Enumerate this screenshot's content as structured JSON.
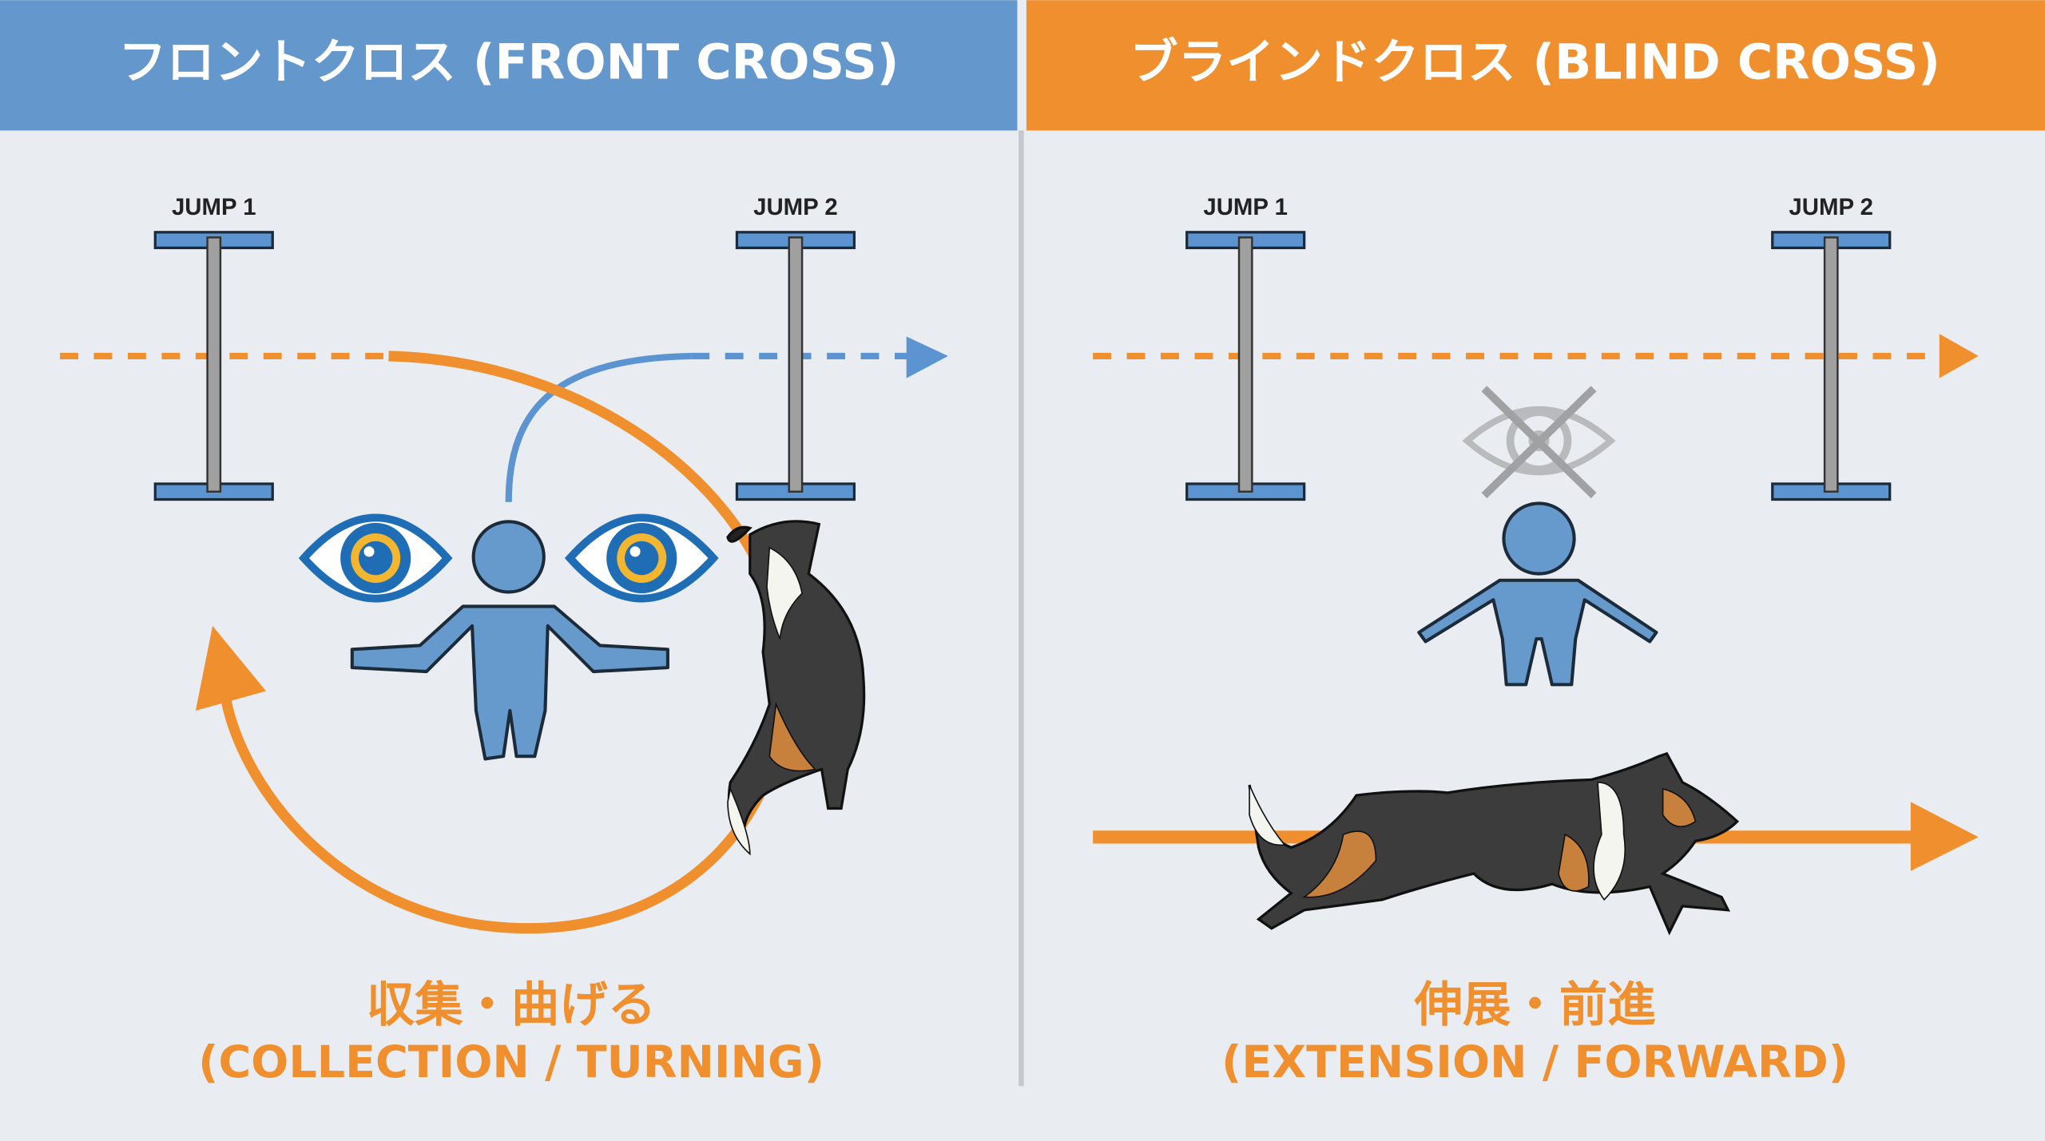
{
  "colors": {
    "blue": "#6498cc",
    "orange": "#ef8f2e",
    "background": "#e9edf2",
    "eye_blue": "#1f6db5",
    "iris": "#f2b630"
  },
  "left": {
    "title": "フロントクロス (FRONT CROSS)",
    "jump1": "JUMP 1",
    "jump2": "JUMP 2",
    "caption_jp": "収集・曲げる",
    "caption_en": "(COLLECTION / TURNING)"
  },
  "right": {
    "title": "ブラインドクロス (BLIND CROSS)",
    "jump1": "JUMP 1",
    "jump2": "JUMP 2",
    "caption_jp": "伸展・前進",
    "caption_en": "(EXTENSION / FORWARD)"
  }
}
